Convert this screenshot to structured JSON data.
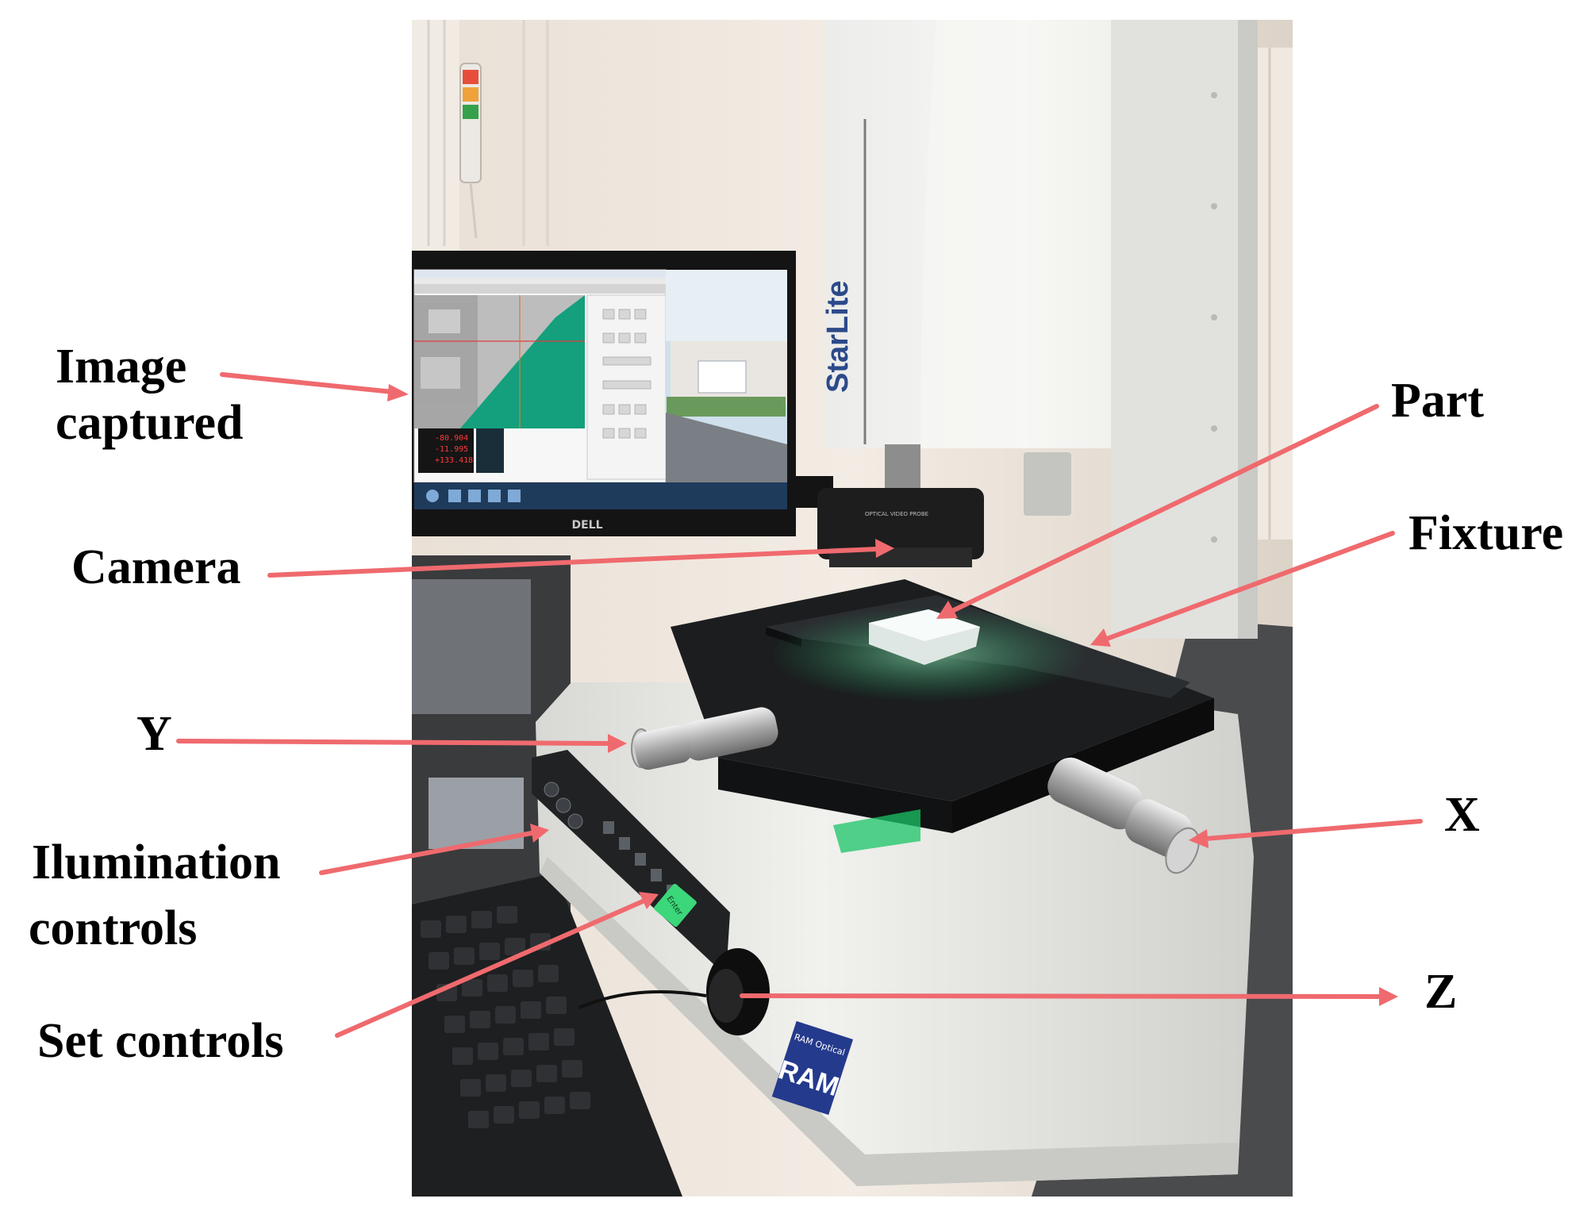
{
  "labels": {
    "image_captured_line1": "Image",
    "image_captured_line2": "captured",
    "camera": "Camera",
    "part": "Part",
    "fixture": "Fixture",
    "y": "Y",
    "x": "X",
    "illumination_line1": "Ilumination",
    "illumination_line2": "controls",
    "set_controls": "Set controls",
    "z": "Z"
  },
  "photo": {
    "monitor_brand": "DELL",
    "machine_brand": "StarLite",
    "badge_brand": "RAM",
    "badge_subtitle": "RAM Optical",
    "enter_key": "Enter",
    "dro_readout": [
      "-80.904",
      "-11.995",
      "+133.418"
    ],
    "optical_label": "OPTICAL VIDEO PROBE"
  },
  "colors": {
    "callout": "#ef6a6e",
    "screen_green": "#14a07c",
    "machine_body": "#e8e8e4",
    "stage_black": "#1b1d1f"
  }
}
